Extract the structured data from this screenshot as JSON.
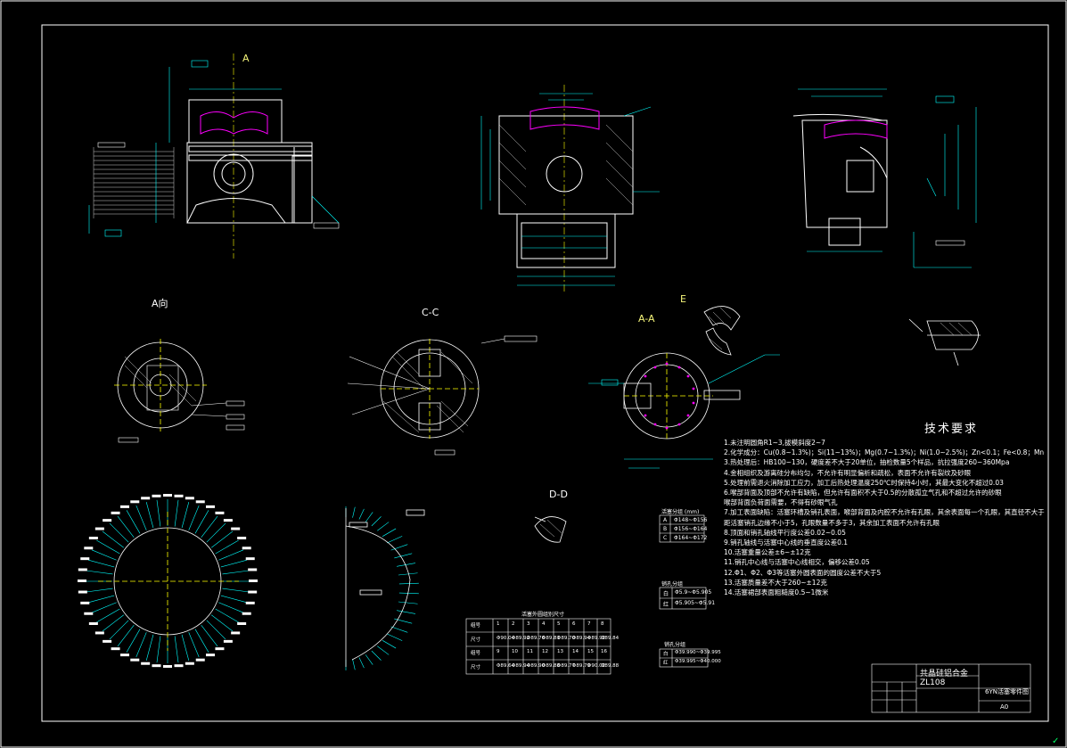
{
  "colors": {
    "background": "#000000",
    "frame": "#ffffff",
    "geometry": "#ffffff",
    "dimension": "#00ffff",
    "section": "#ff00ff",
    "label": "#ffffff",
    "accent_green": "#00ff66"
  },
  "views": {
    "view_a": "A",
    "view_a_dir": "A向",
    "section_cc": "C-C",
    "section_aa": "A-A",
    "view_e": "E",
    "section_dd": "D-D"
  },
  "tech_requirements": {
    "title": "技术要求",
    "items": [
      "1.未注明圆角R1~3,拔模斜度2~7",
      "2.化学成分：Cu(0.8~1.3%)；Si(11~13%)；Mg(0.7~1.3%)；Ni(1.0~2.5%)；Zn<0.1；Fe<0.8；Mn<0.1；Ti<0.2",
      "3.热处理后：HB100~130，硬度差不大于20单位，抽检数量5个样品，抗拉强度260~360Mpa",
      "4.金相组织及游离硅分布均匀，不允许有明显偏析和疏松，表面不允许有裂纹及砂眼",
      "5.处理前需退火消除加工应力，加工后热处理温度250℃时保持4小时，其最大变化不超过0.03",
      "6.喉部背面及顶部不允许有缺陷，但允许有面积不大于0.5的分散孤立气孔和不超过允许的砂眼",
      "喉部背面负荷面需要，不得有砂眼气孔",
      "7.加工表面缺陷：活塞环槽及销孔表面，喉部背面及内腔不允许有孔眼，其余表面每一个孔眼，其直径不大于1，深度不大于0.5，活塞裙部其他部分孔眼不大于1，深度不大于0.5",
      "距活塞销孔边缘不小于5，孔眼数量不多于3，其余加工表面不允许有孔眼",
      "8.顶面和销孔轴线平行度公差0.02~0.05",
      "9.销孔轴线与活塞中心线的垂直度公差0.1",
      "10.活塞重量公差±6~±12克",
      "11.销孔中心线与活塞中心线相交，偏移公差0.05",
      "12.Φ1、Φ2、Φ3等活塞外圆表面的圆度公差不大于5",
      "13.活塞质量差不大于260~±12克",
      "14.活塞裙部表面粗糙度0.5~1微米"
    ]
  },
  "title_block": {
    "material": "共晶硅铝合金",
    "drawing_no": "ZL108",
    "name": "6YN活塞零件图",
    "sheet": "A0"
  },
  "tables": {
    "group_title": "活塞外圆组别尺寸",
    "group_rows": [
      [
        "组号",
        "1",
        "2",
        "3",
        "4",
        "5",
        "6",
        "7",
        "8"
      ],
      [
        "尺寸",
        "Φ90.04",
        "Φ89.92",
        "Φ89.76",
        "Φ89.81",
        "Φ89.70",
        "Φ89.94",
        "Φ89.92",
        "Φ89.84"
      ],
      [
        "组号",
        "9",
        "10",
        "11",
        "12",
        "13",
        "14",
        "15",
        "16"
      ],
      [
        "尺寸",
        "Φ89.64",
        "Φ89.94",
        "Φ89.90",
        "Φ89.88",
        "Φ89.77",
        "Φ89.79",
        "Φ90.02",
        "Φ89.88"
      ]
    ],
    "piston_group_title": "活塞分组 (mm)",
    "piston_groups": [
      [
        "A",
        "Φ148~Φ156"
      ],
      [
        "B",
        "Φ156~Φ164"
      ],
      [
        "C",
        "Φ164~Φ172"
      ]
    ],
    "pin_group_title": "销孔分组",
    "pin_groups": [
      [
        "白",
        "Φ5.9~Φ5.905"
      ],
      [
        "红",
        "Φ5.905~Φ5.91"
      ]
    ],
    "ring_group_title": "销孔分组",
    "ring_groups": [
      [
        "白",
        "Φ39.990~Φ39.995"
      ],
      [
        "红",
        "Φ39.995~Φ40.000"
      ]
    ]
  }
}
